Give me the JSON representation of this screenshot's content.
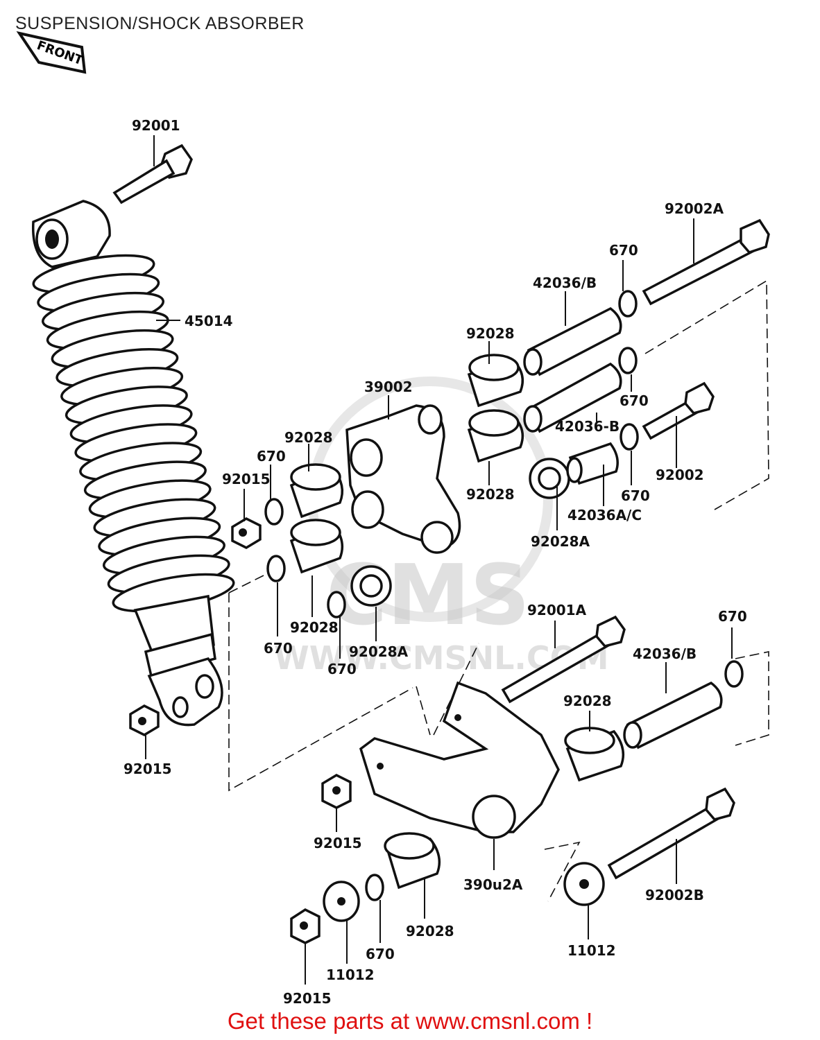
{
  "title": "SUSPENSION/SHOCK ABSORBER",
  "front_tag": "FRONT",
  "watermark": {
    "logo": "CMS",
    "url": "WWW.CMSNL.COM"
  },
  "part_labels": [
    {
      "id": "p92001",
      "text": "92001"
    },
    {
      "id": "p45014",
      "text": "45014"
    },
    {
      "id": "p92002A",
      "text": "92002A"
    },
    {
      "id": "p670_a",
      "text": "670"
    },
    {
      "id": "p42036B_a",
      "text": "42036/B"
    },
    {
      "id": "p92028_a",
      "text": "92028"
    },
    {
      "id": "p39002",
      "text": "39002"
    },
    {
      "id": "p670_b",
      "text": "670"
    },
    {
      "id": "p42036B_b",
      "text": "42036-B"
    },
    {
      "id": "p92028_b",
      "text": "92028"
    },
    {
      "id": "p670_c",
      "text": "670"
    },
    {
      "id": "p92002",
      "text": "92002"
    },
    {
      "id": "p92028_c",
      "text": "92028"
    },
    {
      "id": "p670_d",
      "text": "670"
    },
    {
      "id": "p92015_a",
      "text": "92015"
    },
    {
      "id": "p92028_d",
      "text": "92028"
    },
    {
      "id": "p42036AC",
      "text": "42036A/C"
    },
    {
      "id": "p92028A_a",
      "text": "92028A"
    },
    {
      "id": "p670_e",
      "text": "670"
    },
    {
      "id": "p92028_e",
      "text": "92028"
    },
    {
      "id": "p92028A_b",
      "text": "92028A"
    },
    {
      "id": "p670_f",
      "text": "670"
    },
    {
      "id": "p92001A",
      "text": "92001A"
    },
    {
      "id": "p670_g",
      "text": "670"
    },
    {
      "id": "p42036B_c",
      "text": "42036/B"
    },
    {
      "id": "p92028_f",
      "text": "92028"
    },
    {
      "id": "p92015_b",
      "text": "92015"
    },
    {
      "id": "p92015_c",
      "text": "92015"
    },
    {
      "id": "p39002A",
      "text": "390u2A"
    },
    {
      "id": "p92002B",
      "text": "92002B"
    },
    {
      "id": "p92028_g",
      "text": "92028"
    },
    {
      "id": "p670_h",
      "text": "670"
    },
    {
      "id": "p11012_a",
      "text": "11012"
    },
    {
      "id": "p11012_b",
      "text": "11012"
    },
    {
      "id": "p92015_d",
      "text": "92015"
    }
  ],
  "footer": "Get these parts at www.cmsnl.com !",
  "colors": {
    "footer": "#e01010",
    "line": "#111111",
    "watermark": "#c8c8c8"
  }
}
